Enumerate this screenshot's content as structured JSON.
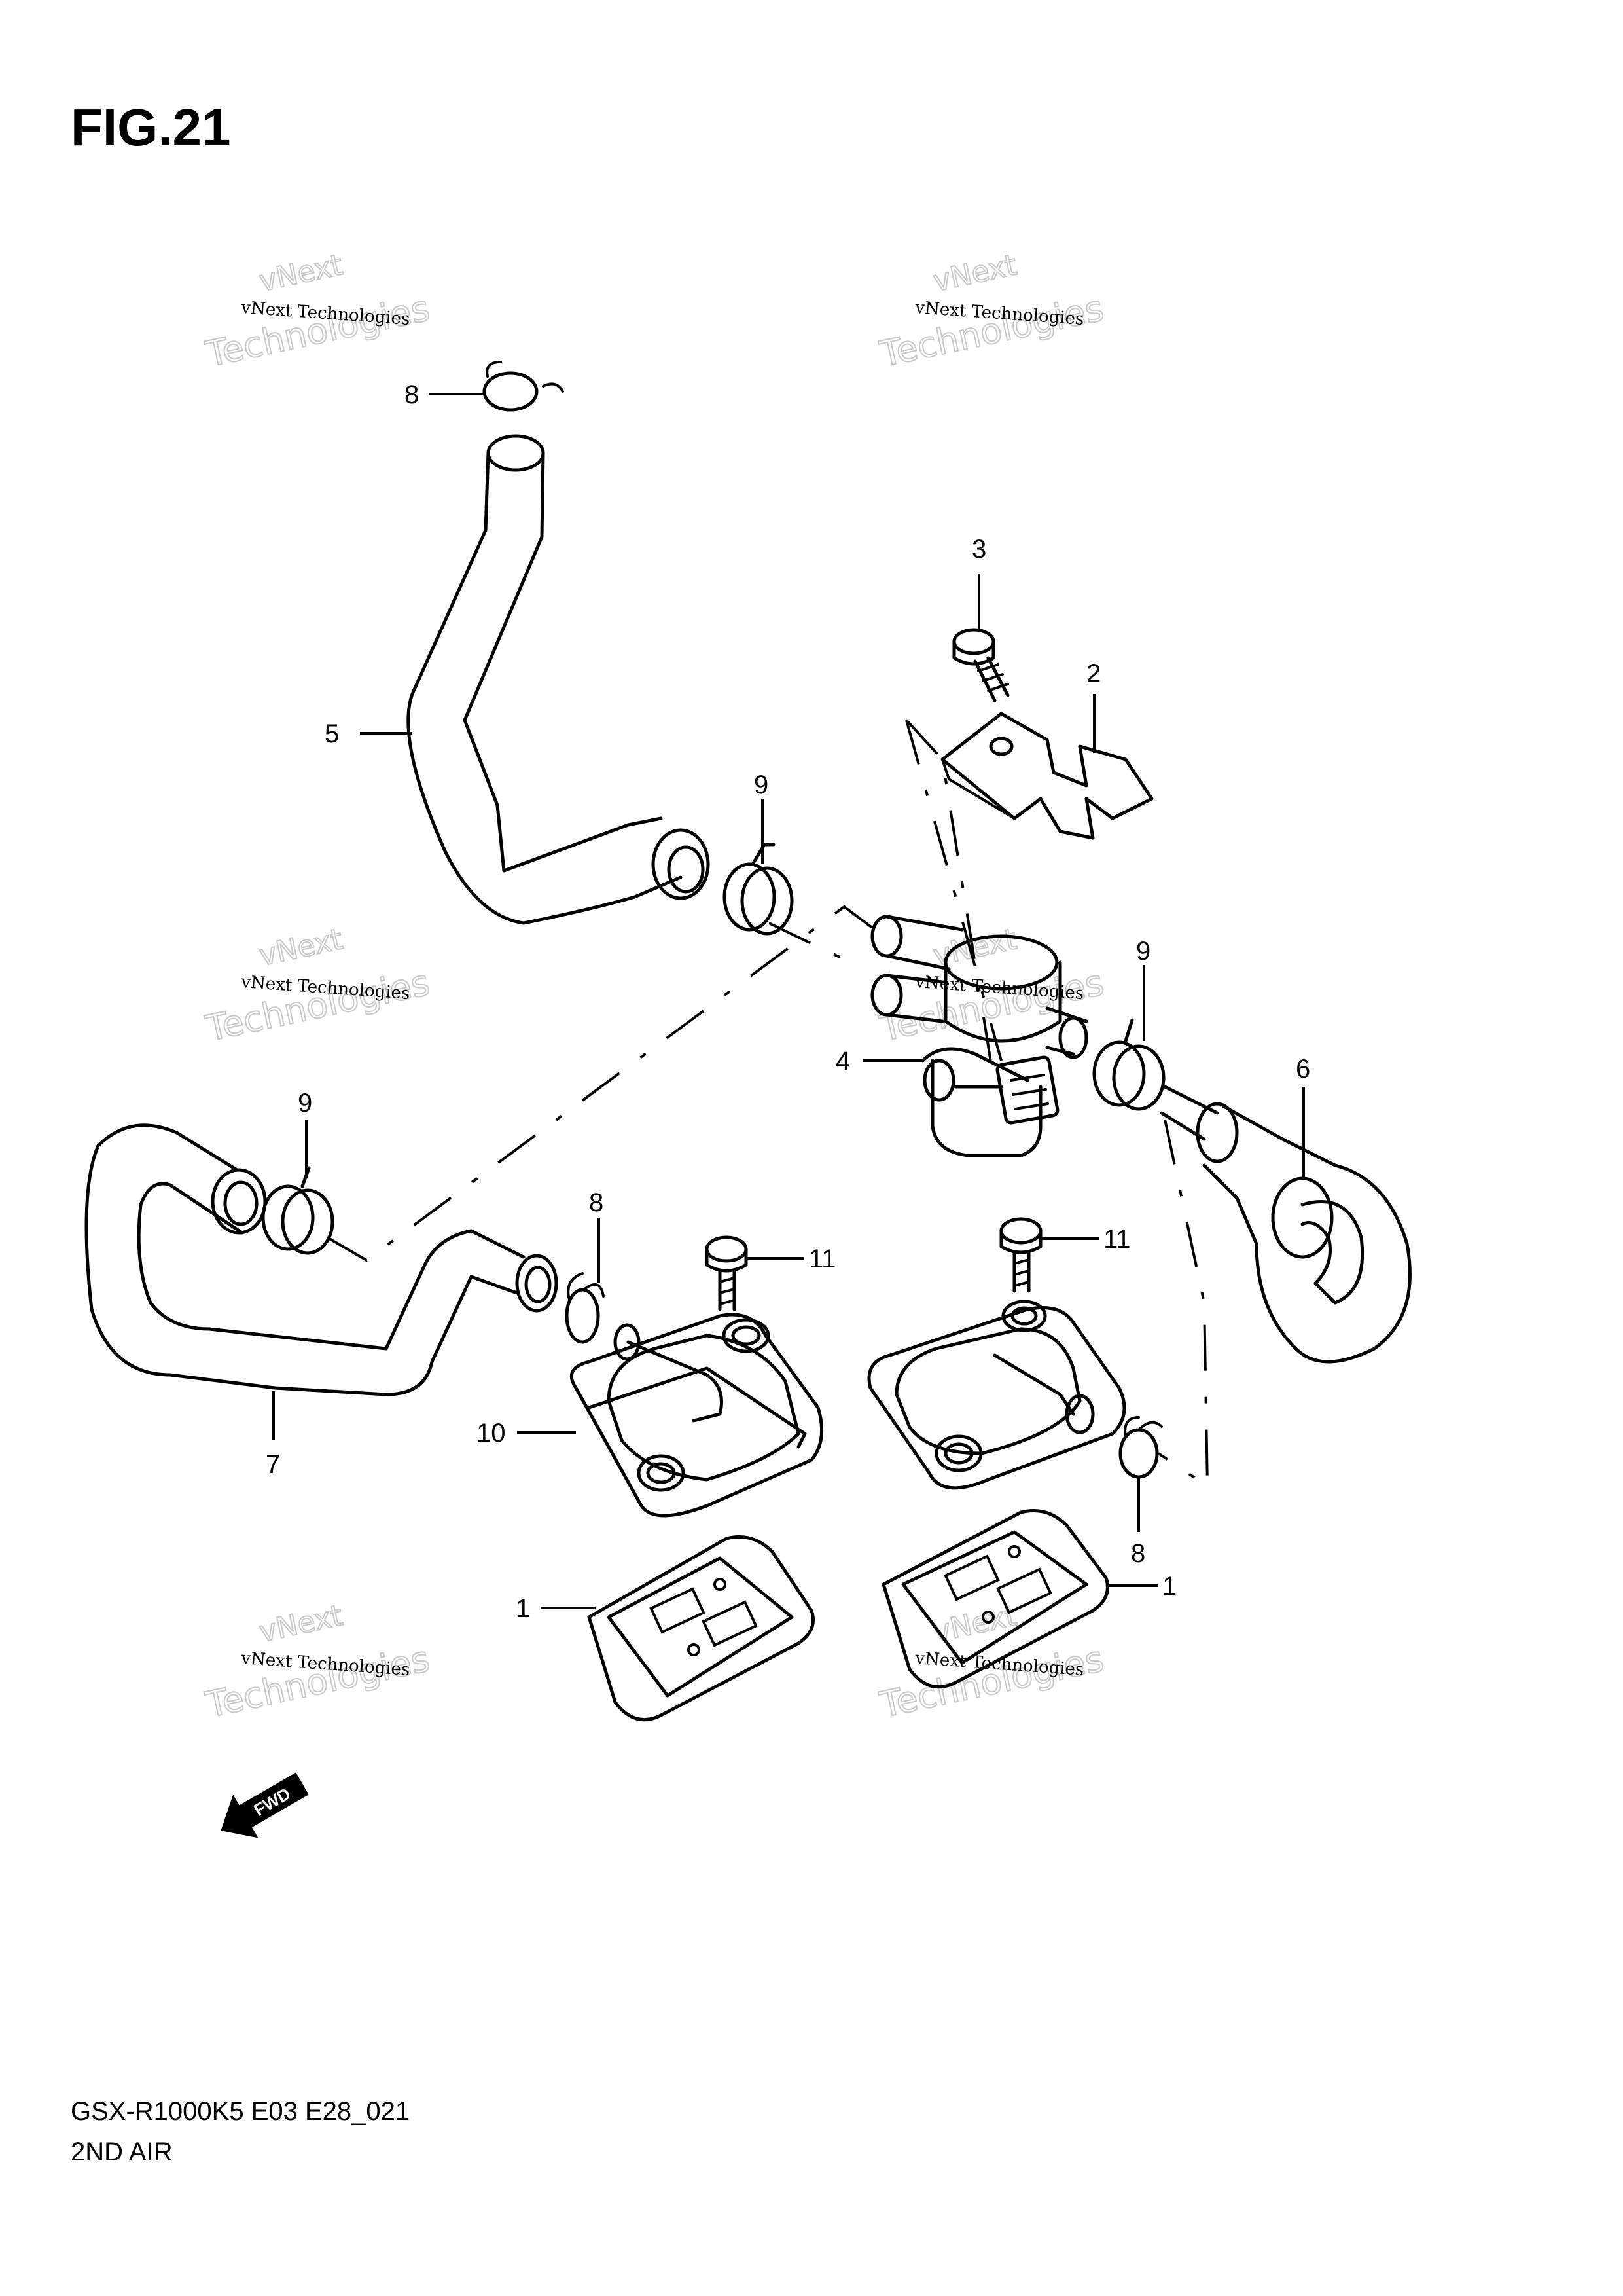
{
  "figure": {
    "title": "FIG.21"
  },
  "footer": {
    "model": "GSX-R1000K5 E03 E28_021",
    "group": "2ND AIR"
  },
  "watermark": {
    "line1": "vNext Technologies",
    "line2": "Technologies",
    "line3": "vNext"
  },
  "fwd_arrow": {
    "label": "FWD"
  },
  "callouts": [
    {
      "ref": "1",
      "text": "1"
    },
    {
      "ref": "2",
      "text": "2"
    },
    {
      "ref": "3",
      "text": "3"
    },
    {
      "ref": "4",
      "text": "4"
    },
    {
      "ref": "5",
      "text": "5"
    },
    {
      "ref": "6",
      "text": "6"
    },
    {
      "ref": "7",
      "text": "7"
    },
    {
      "ref": "8",
      "text": "8"
    },
    {
      "ref": "9",
      "text": "9"
    },
    {
      "ref": "10",
      "text": "10"
    },
    {
      "ref": "11",
      "text": "11"
    }
  ]
}
